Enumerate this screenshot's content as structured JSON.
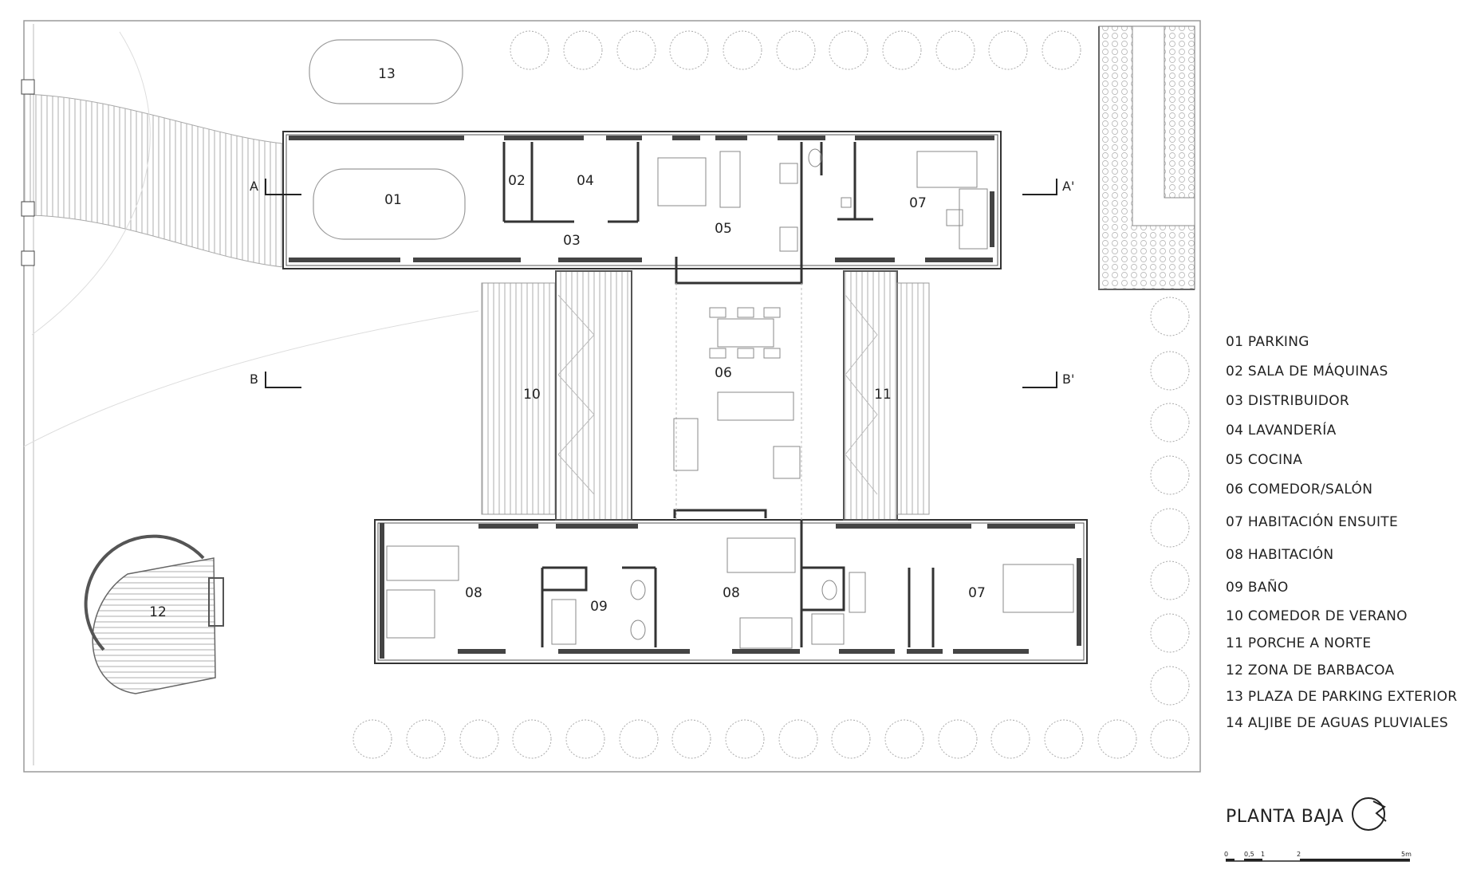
{
  "rooms": {
    "r01": "01",
    "r02": "02",
    "r03": "03",
    "r04": "04",
    "r05": "05",
    "r06": "06",
    "r07a": "07",
    "r07b": "07",
    "r08a": "08",
    "r08b": "08",
    "r09": "09",
    "r10": "10",
    "r11": "11",
    "r12": "12",
    "r13": "13"
  },
  "sections": {
    "a": "A",
    "a_prime": "A'",
    "b": "B",
    "b_prime": "B'"
  },
  "legend": [
    "01 PARKING",
    "02 SALA DE MÁQUINAS",
    "03 DISTRIBUIDOR",
    "04 LAVANDERÍA",
    "05 COCINA",
    "06 COMEDOR/SALÓN",
    "07 HABITACIÓN ENSUITE",
    "08 HABITACIÓN",
    "09 BAÑO",
    "10 COMEDOR DE VERANO",
    "11 PORCHE A NORTE",
    "12 ZONA DE BARBACOA",
    "13 PLAZA DE PARKING EXTERIOR",
    "14 ALJIBE DE AGUAS PLUVIALES"
  ],
  "title": "PLANTA BAJA",
  "scale": {
    "t0": "0",
    "t05": "0,5",
    "t1": "1",
    "t2": "2",
    "t5": "5m"
  }
}
